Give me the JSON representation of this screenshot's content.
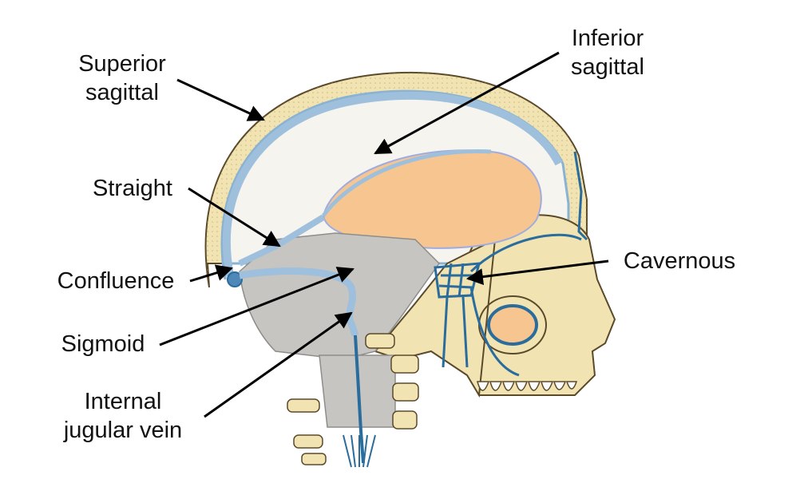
{
  "labels": {
    "superior_sagittal": [
      "Superior",
      "sagittal"
    ],
    "inferior_sagittal": [
      "Inferior",
      "sagittal"
    ],
    "straight": "Straight",
    "confluence": "Confluence",
    "sigmoid": "Sigmoid",
    "internal_jugular_vein": [
      "Internal",
      "jugular vein"
    ],
    "cavernous": "Cavernous"
  },
  "colors": {
    "skull_bone": "#f2e3b3",
    "bone_outline": "#5a4a2a",
    "brain_cavity": "#f6f4ee",
    "sinus_blue": "#9fc0dc",
    "vein_blue": "#2a6c9c",
    "corpus": "#f6c590",
    "tentorium_gray": "#c7c5c2",
    "leader_line": "#000000"
  }
}
